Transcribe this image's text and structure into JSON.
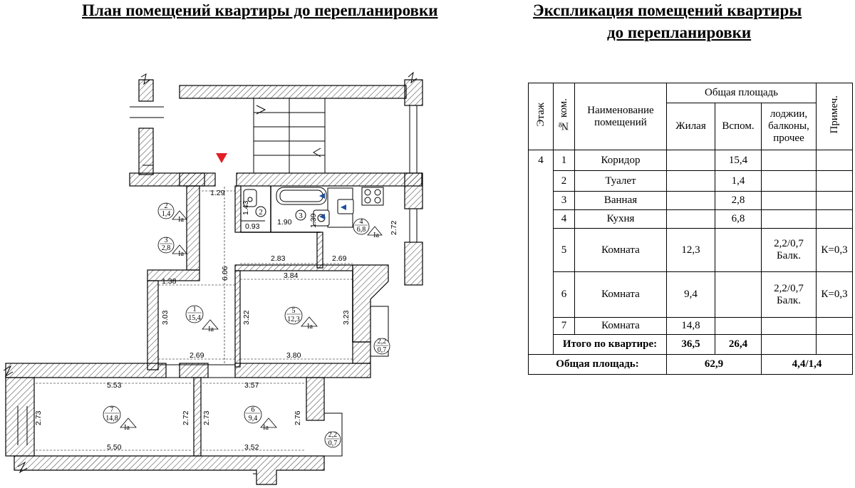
{
  "plan": {
    "title": "План помещений квартиры до перепланировки",
    "dims": [
      "1.29",
      "1.43",
      "0.93",
      "1.90",
      "1.39",
      "2.72",
      "2.83",
      "2.69",
      "3.84",
      "6.06",
      "1.38",
      "3.03",
      "3.22",
      "3.23",
      "2.69",
      "3.80",
      "5.53",
      "3.57",
      "2.73",
      "2.72",
      "2.73",
      "2.76",
      "5.50",
      "3.52"
    ],
    "rooms": [
      {
        "no": "2",
        "area": "1,4",
        "cls": "Iа"
      },
      {
        "no": "3",
        "area": "2,8",
        "cls": "Iа"
      },
      {
        "no": "1",
        "area": "15,4",
        "cls": "Iа"
      },
      {
        "no": "4",
        "area": "6,8",
        "cls": "Iа"
      },
      {
        "no": "5",
        "area": "12,3",
        "cls": "Iа"
      },
      {
        "no": "7",
        "area": "14,8",
        "cls": "Iа"
      },
      {
        "no": "6",
        "area": "9,4",
        "cls": "Iа"
      }
    ],
    "small_no": [
      "2",
      "3"
    ],
    "balconies": [
      {
        "top": "2,2",
        "bottom": "0,7"
      },
      {
        "top": "2,2",
        "bottom": "0,7"
      }
    ]
  },
  "explication": {
    "title_line1": "Экспликация помещений квартиры",
    "title_line2": "до перепланировки",
    "headers": {
      "floor": "Этаж",
      "room_no": "№ ком.",
      "name": "Наименование помещений",
      "total_area": "Общая площадь",
      "living": "Жилая",
      "aux": "Вспом.",
      "loggia": "лоджии, балконы, прочее",
      "note": "Примеч."
    },
    "floor": "4",
    "rows": [
      {
        "no": "1",
        "name": "Коридор",
        "living": "",
        "aux": "15,4",
        "loggia": "",
        "note": ""
      },
      {
        "no": "2",
        "name": "Туалет",
        "living": "",
        "aux": "1,4",
        "loggia": "",
        "note": ""
      },
      {
        "no": "3",
        "name": "Ванная",
        "living": "",
        "aux": "2,8",
        "loggia": "",
        "note": ""
      },
      {
        "no": "4",
        "name": "Кухня",
        "living": "",
        "aux": "6,8",
        "loggia": "",
        "note": ""
      },
      {
        "no": "5",
        "name": "Комната",
        "living": "12,3",
        "aux": "",
        "loggia": "2,2/0,7 Балк.",
        "note": "К=0,3"
      },
      {
        "no": "6",
        "name": "Комната",
        "living": "9,4",
        "aux": "",
        "loggia": "2,2/0,7 Балк.",
        "note": "К=0,3"
      },
      {
        "no": "7",
        "name": "Комната",
        "living": "14,8",
        "aux": "",
        "loggia": "",
        "note": ""
      }
    ],
    "total_apartment": {
      "label": "Итого по квартире:",
      "living": "36,5",
      "aux": "26,4"
    },
    "total_area": {
      "label": "Общая площадь:",
      "value": "62,9",
      "loggia": "4,4/1,4"
    }
  },
  "colors": {
    "marker": "#e31e24",
    "wall_hatch": "#000000"
  }
}
